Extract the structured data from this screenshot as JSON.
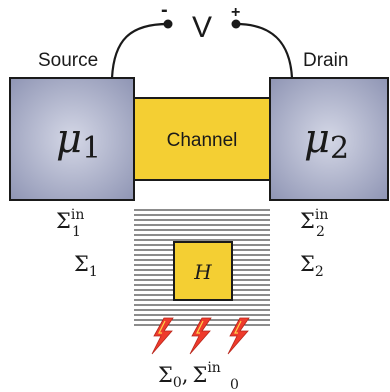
{
  "battery": {
    "minus": "-",
    "symbol": "V",
    "plus": "+"
  },
  "contacts": {
    "source": "Source",
    "drain": "Drain",
    "mu1_base": "μ",
    "mu1_sub": "1",
    "mu2_base": "μ",
    "mu2_sub": "2"
  },
  "channel": {
    "label": "Channel"
  },
  "hamiltonian": {
    "label": "H"
  },
  "self_energies": {
    "left_in_base": "Σ",
    "left_in_sub": "1",
    "left_in_sup": "in",
    "left_base": "Σ",
    "left_sub": "1",
    "right_in_base": "Σ",
    "right_in_sub": "2",
    "right_in_sup": "in",
    "right_base": "Σ",
    "right_sub": "2",
    "bottom_base_a": "Σ",
    "bottom_sub_a": "0",
    "bottom_comma": ",",
    "bottom_base_b": "Σ",
    "bottom_sub_b": "0",
    "bottom_sup_b": "in"
  },
  "colors": {
    "contact_fill_center": "#d4d7e6",
    "contact_fill_edge": "#8f95b4",
    "channel_fill": "#f4cf33",
    "h_fill": "#f4cf33",
    "bolt_fill": "#ee3b2c",
    "bolt_highlight": "#ffd24a",
    "stroke": "#1a1a1a"
  }
}
